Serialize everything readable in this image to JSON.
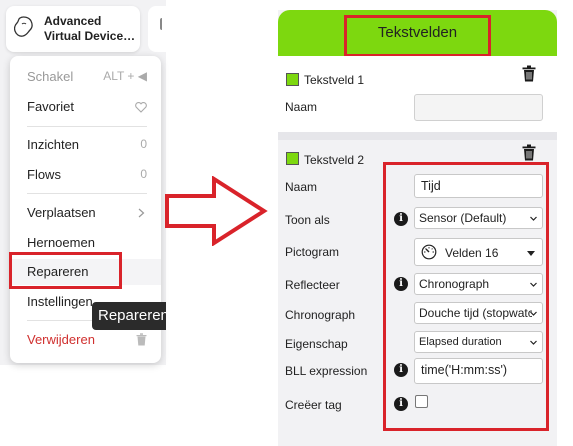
{
  "device": {
    "name": "Advanced Virtual Device…",
    "icon": "device-blob-icon"
  },
  "menu": {
    "items": [
      {
        "label": "Schakel",
        "right": "ALT + ◀",
        "state": "disabled"
      },
      {
        "label": "Favoriet",
        "right_icon": "heart-icon"
      },
      {
        "label": "Inzichten",
        "right": "0"
      },
      {
        "label": "Flows",
        "right": "0"
      },
      {
        "label": "Verplaatsen",
        "right_icon": "chevron-right-icon"
      },
      {
        "label": "Hernoemen"
      },
      {
        "label": "Repareren",
        "state": "selected"
      },
      {
        "label": "Instellingen"
      },
      {
        "label": "Verwijderen",
        "right_icon": "trash-icon",
        "state": "danger"
      }
    ],
    "tooltip": "Repareren"
  },
  "panel": {
    "title": "Tekstvelden",
    "header_color": "#7dd80f",
    "section1": {
      "title": "Tekstveld 1",
      "name_label": "Naam",
      "name_value": ""
    },
    "section2": {
      "title": "Tekstveld 2",
      "rows": [
        {
          "label": "Naam",
          "value": "Tijd",
          "kind": "text"
        },
        {
          "label": "Toon als",
          "value": "Sensor (Default)",
          "kind": "select",
          "info": true
        },
        {
          "label": "Pictogram",
          "value": "Velden 16",
          "kind": "icon-select",
          "icon": "gauge-icon"
        },
        {
          "label": "Reflecteer",
          "value": "Chronograph",
          "kind": "select",
          "info": true
        },
        {
          "label": "Chronograph",
          "value": "Douche tijd (stopwatch",
          "kind": "select"
        },
        {
          "label": "Eigenschap",
          "value": "Elapsed duration",
          "kind": "select"
        },
        {
          "label": "BLL expression",
          "value": "time('H:mm:ss')",
          "kind": "text",
          "info": true
        },
        {
          "label": "Creëer tag",
          "value": "",
          "kind": "checkbox",
          "info": true
        }
      ]
    }
  },
  "annotation_color": "#d9232a"
}
